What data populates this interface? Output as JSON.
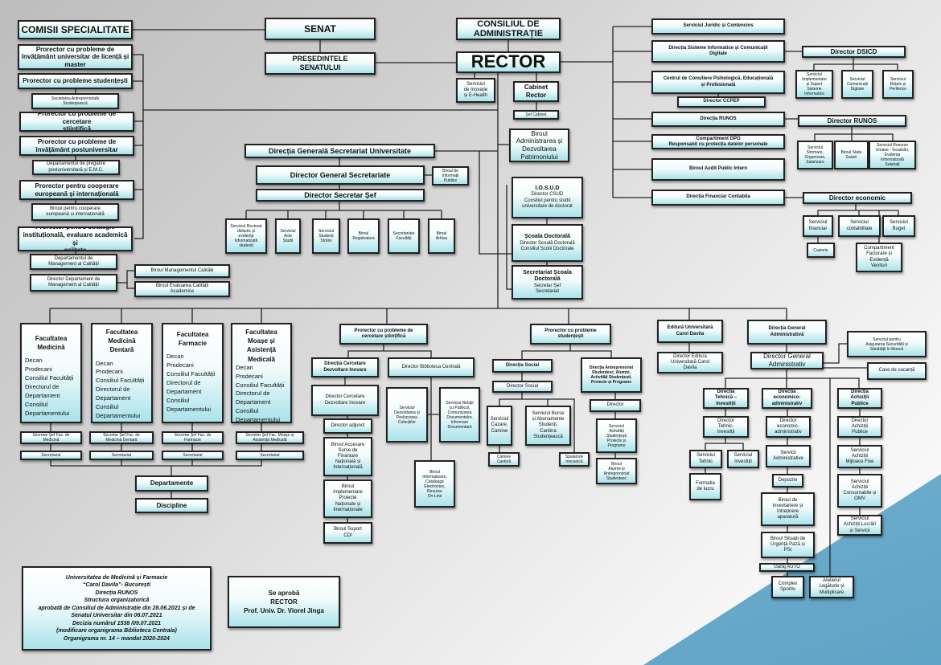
{
  "top": {
    "comisii": "COMISII SPECIALITATE",
    "senat": "SENAT",
    "presedinte": "PREȘEDINTELE\nSENATULUI",
    "consiliu": "CONSILIUL DE\nADMINISTRAȚIE",
    "rector": "RECTOR",
    "serv_inovatie": "Serviciul\nde Inovație\nși E-Health",
    "cabinet": "Cabinet\nRector",
    "sef_cabinet": "Șef Cabinet",
    "birou_patrimoniu": "Biroul\nAdministrarea și\nDezvoltarea\nPatrimoniului"
  },
  "prorectori": {
    "licenta": "Prorector cu probleme de\nînvățământ universitar de licență și\nmaster",
    "studenti": "Prorector cu probleme studențești",
    "societatea": "Societatea Antreprenorială\nStudențească",
    "cercetare": "Prorector cu probleme de cercetare\nștiințifică",
    "postuniv": "Prorector cu probleme de\nînvățământ postuniversitar",
    "dep_postuniv": "Departamentul de pregatire\npostuniversitară și E.M.C.",
    "cooperare": "Prorector pentru cooperare\neuropeană și internațională",
    "birou_cooperare": "Biroul pentru cooperare\neuropeană și internațională",
    "strategie": "Prorector pentru strategie\ninstituțională, evaluare academică și\ncalitate",
    "dep_calitate": "Departamentul de\nManagement al Calității",
    "dir_dep_calitate": "Director Departament de\nManagement al Calității",
    "birou_mc": "Biroul Managementul Calității",
    "birou_ev": "Biroul Evaluarea Calității\nAcademice"
  },
  "secretariat": {
    "dgsu": "Direcția Generală Secretariat Universitate",
    "dgs": "Director General Secretariate",
    "birou_info": "Biroul de\nInformații\nPublice",
    "dss": "Director Secretar Șef",
    "children": [
      "Serviciul Rectorat\ndidactic și\nevidența\ninformatizată\nstudenți",
      "Serviciul\nActe\nStudii",
      "Serviciul\nStudenți\nStrăini",
      "Biroul\nRegistratura",
      "Secretariate\nFacultăți",
      "Biroul\nArhiva"
    ]
  },
  "doctorat": {
    "iosud_title": "I.O.S.U.D",
    "iosud_text": "Director CSUD\nConsiliul pentru studii\nuniversitare de doctorat",
    "scoala_title": "Școala Doctorală",
    "scoala_text": "Director Școală Doctorală\nConsiliul Școlii Doctorale",
    "secr_title": "Secretariat  Școala\nDoctorală",
    "secr_text": "Secretar Șef\nSecretariat"
  },
  "right": {
    "juridic": "Serviciul Juridic și Contencios",
    "dsicd": "Direcția Sisteme Informatice și Comunicații\nDigitale",
    "dir_dsicd": "Director DSICD",
    "dsicd_children": [
      "Serviciul\nImplementare\nși Suport\nSisteme\nInformatice",
      "Serviciul\nComunicații\nDigitale",
      "Serviciul\nRețele și\nPeriferice"
    ],
    "ccpep": "Centrul de Consiliere Psihologică, Educațională\nși Profesională",
    "dir_ccpep": "Director CCPEP",
    "runos": "Direcția  RUNOS",
    "dir_runos": "Director RUNOS",
    "runos_children": [
      "Serviciul\nNormare,\nOrganizare,\nSalarizare",
      "Biroul State\nSalarii",
      "Serviciul Resurse\nUmane - Încadrări,\nEvidența\nInformatizată\nSalariați"
    ],
    "dpo": "Compartiment DPO\nResponsabil cu protecția datelor personale",
    "audit": "Biroul Audit Public Intern",
    "dfc": "Direcția Financiar Contabila",
    "dir_economic": "Director economic",
    "financiar": "Serviciul\nfinanciar",
    "contabilitate": "Serviciul\ncontabilitate",
    "buget": "Serviciul\nBuget",
    "casierie": "Casierie",
    "facturare": "Compartiment\nFacturare și\nEvidență\nVenituri"
  },
  "facultati": {
    "list": [
      {
        "title": "Facultatea\nMedicină",
        "secretar": "Secretar Șef Fac. de\nMedicină"
      },
      {
        "title": "Facultatea\nMedicină\nDentară",
        "secretar": "Secretar Șef Fac. de\nMedicină Dentară"
      },
      {
        "title": "Facultatea\nFarmacie",
        "secretar": "Secretar Șef Fac. de\nFarmacie"
      },
      {
        "title": "Facultatea\nMoașe și\nAsistență\nMedicală",
        "secretar": "Secretar Șef Fac. Moașe și\nAsistență Medicală"
      }
    ],
    "body": "Decan\nProdecani\nConsiliul Facultății\nDirectorul de\nDepartament\nConsiliul\nDepartamentului",
    "secretariat": "Secretariat",
    "departamente": "Departamente",
    "discipline": "Discipline"
  },
  "cercetare": {
    "prorector": "Prorector  cu probleme de\ncercetare științifică",
    "dcdi": "Direcția Cercetare\nDezvoltare Inovare",
    "dir_cdi": "Director Cercetare\nDezvoltare Inovare",
    "dir_adjunct": "Director adjunct",
    "accesare": "Biroul Accesare\nSurse de\nFinanțare\nNațională și\nInternațională",
    "implementare": "Biroul\nImplementare\nProiecte\nNaționale și\nInternaționale",
    "suport": "Biroul Suport\nCDI",
    "dir_biblioteca": "Director Biblioteca Centrală",
    "dezvoltarea": "Serviciul\nDezvoltarea și\nPrelucrarea\nColecțiilor",
    "relatii": "Serviciul Relații\ncu Publicul,\nComunicarea\nDocumentelor,\nInformare\nDocumentară",
    "informatizare": "Biroul\nInformatizare,\nCataloage\nElectronice,\nResurse\nOn-Line"
  },
  "studenti": {
    "prorector": "Prorector cu probleme\nstudențești",
    "dir_social": "Direcția Social",
    "director_social": "Director Social",
    "cazare": "Serviciul\nCazare,\nCamine",
    "burse": "Serviciul Burse\nși Abonamente\nStudenți,\nCantina\nStudențească",
    "camine": "Camine\nCantină",
    "spalatorie": "Spalatorie\nmecanică",
    "antrep": "Direcția Antreprenoriat\nStudențesc, Alumni,\nActivități Studențești,\nProiecte și Programe",
    "director": "Director",
    "activitati": "Serviciul\nActivități\nStudențești\nProiecte și\nPrograme",
    "alumni": "Biroul\nAlumni și\nAntreprenoriat\nStudențesc"
  },
  "editura": {
    "title": "Editură Universitară\nCarol Davila",
    "director": "Director Editura\nUniversitară Carol\nDavila"
  },
  "administrativ": {
    "dga": "Direcția General\nAdministrativă",
    "dir_ga": "Director General\nAdministrativ",
    "securitate": "Serviciul pentru\nAsigurarea Securității și\nSănătății în Muncă",
    "case": "Case de vacanță",
    "tehnica": "Direcția\nTehnică –\nInvestiții",
    "dir_tehnic": "Director\nTehnic-\nInvestiții",
    "serv_tehnic": "Serviciul\nTehnic",
    "serv_invest": "Serviciul\nInvestiții",
    "formatia": "Formatia\nde lucru",
    "econ_adm": "Direcția\neconomico-\nadministrativ",
    "dir_econ_adm": "Director\neconomic-\nadministrativ",
    "servicii_adm": "Servicii\nAdministrative",
    "depozite": "Depozite",
    "inventariere": "Biroul de\ninventariere și\nîntreținere\naparatură",
    "situatii": "Biroul Situații de\nUrgență Pază și\nPSI",
    "garaj": "Garaj  AUTO",
    "complex": "Complex\nSportiv",
    "atelier": "Atelierul\nLegătorie și\nMultiplicare",
    "achizitii": "Direcția\nAchiziții\nPublice",
    "dir_achizitii": "Director\nAchiziții\nPublice",
    "mijloace": "Serviciul\nAchiziții\nMijloace Fixe",
    "consumabile": "Serviciul\nAchiziții\nConsumabile și\nOMV",
    "lucrari": "Serviciul\nAchiziții Lucrări\nși Servicii"
  },
  "footer": {
    "info": "Universitatea de Medicină și Farmacie\n“Carol Davila”- București\nDirecția RUNOS\nStructura organizatorică\naprobată de Consiliul de Administrație din 28.06.2021  și de\nSenatul Universitar din 08.07.2021\nDecizia numărul 1538 /09.07.2021\n(modificare organigrama Biblioteca Centrala)\nOrganigrama nr. 14 – mandat 2020-2024",
    "approve": "Se aprobă\nRECTOR\nProf. Univ. Dr. Viorel Jinga"
  }
}
